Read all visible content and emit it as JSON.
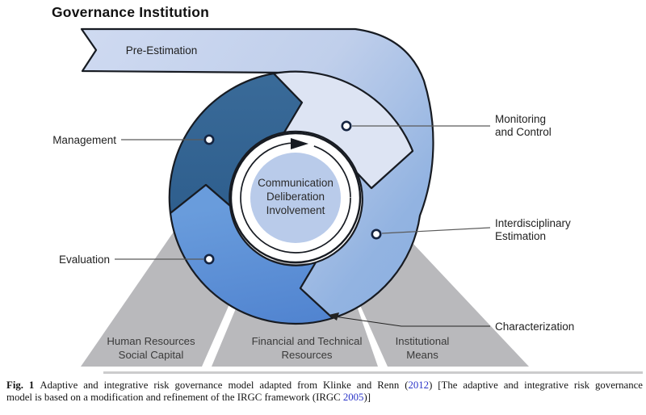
{
  "title": "Governance Institution",
  "banner": {
    "label": "Pre-Estimation"
  },
  "wheel": {
    "center_lines": [
      "Communication",
      "Deliberation",
      "Involvement"
    ]
  },
  "labels": {
    "management": "Management",
    "monitoring": [
      "Monitoring",
      "and Control"
    ],
    "interdisciplinary": [
      "Interdisciplinary",
      "Estimation"
    ],
    "characterization": "Characterization",
    "evaluation": "Evaluation"
  },
  "resources": [
    [
      "Human Resources",
      "Social Capital"
    ],
    [
      "Financial and Technical",
      "Resources"
    ],
    [
      "Institutional",
      "Means"
    ]
  ],
  "colors": {
    "outline": "#171b22",
    "banner_light": "#cfdaf1",
    "band_mid1": "#c0cfeb",
    "band_mid2": "#a9c1e6",
    "band_mid3": "#92b3e1",
    "interdisciplinary": "#8ab0e0",
    "monitoring": "#dde4f3",
    "management_light": "#3a6b99",
    "management_dark": "#2e5e8d",
    "evaluation_light": "#699cdc",
    "evaluation_dark": "#5184d0",
    "center_fill": "#b9cbea",
    "resource_gray": "#b9b9bc",
    "marker": "#152440",
    "citation": "#2b35c8"
  },
  "caption": {
    "fig": "Fig. 1",
    "line1_a": "Adaptive and integrative risk governance model adapted from Klinke and Renn (",
    "year1": "2012",
    "line1_b": ") [The adaptive and integrative risk governance",
    "line2_a": "model is based on a modification and refinement of the IRGC framework (IRGC ",
    "year2": "2005",
    "line2_b": ")]"
  }
}
